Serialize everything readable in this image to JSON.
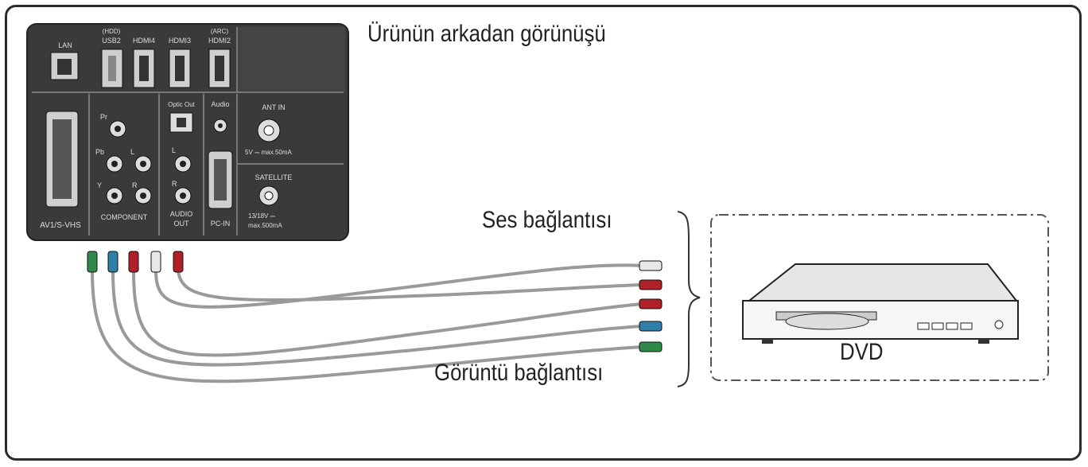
{
  "labels": {
    "title": "Ürünün arkadan görünüşü",
    "audio_connection": "Ses bağlantısı",
    "video_connection": "Görüntü bağlantısı",
    "dvd": "DVD"
  },
  "panel": {
    "lan": "LAN",
    "hdd": "(HDD)",
    "usb2": "USB2",
    "hdmi4": "HDMI4",
    "hdmi3": "HDMI3",
    "arc": "(ARC)",
    "hdmi2": "HDMI2",
    "pr": "Pr",
    "pb": "Pb",
    "y": "Y",
    "l": "L",
    "r": "R",
    "component": "COMPONENT",
    "optic_out": "Optic Out",
    "audio_out_1": "AUDIO",
    "audio_out_2": "OUT",
    "audio": "Audio",
    "pc_in": "PC-IN",
    "ant_in": "ANT IN",
    "ant_spec": "5V ⎓ max.50mA",
    "satellite": "SATELLITE",
    "sat_spec_1": "13/18V ⎓",
    "sat_spec_2": "max.500mA",
    "scart": "AV1/S-VHS"
  },
  "colors": {
    "panel_fill": "#3a3a3a",
    "panel_inner": "#4a4a4a",
    "cable": "#9a9a9a",
    "plug_green": "#2f8a4a",
    "plug_blue": "#2f7fa8",
    "plug_red": "#b02028",
    "plug_white": "#e8e8e8"
  }
}
